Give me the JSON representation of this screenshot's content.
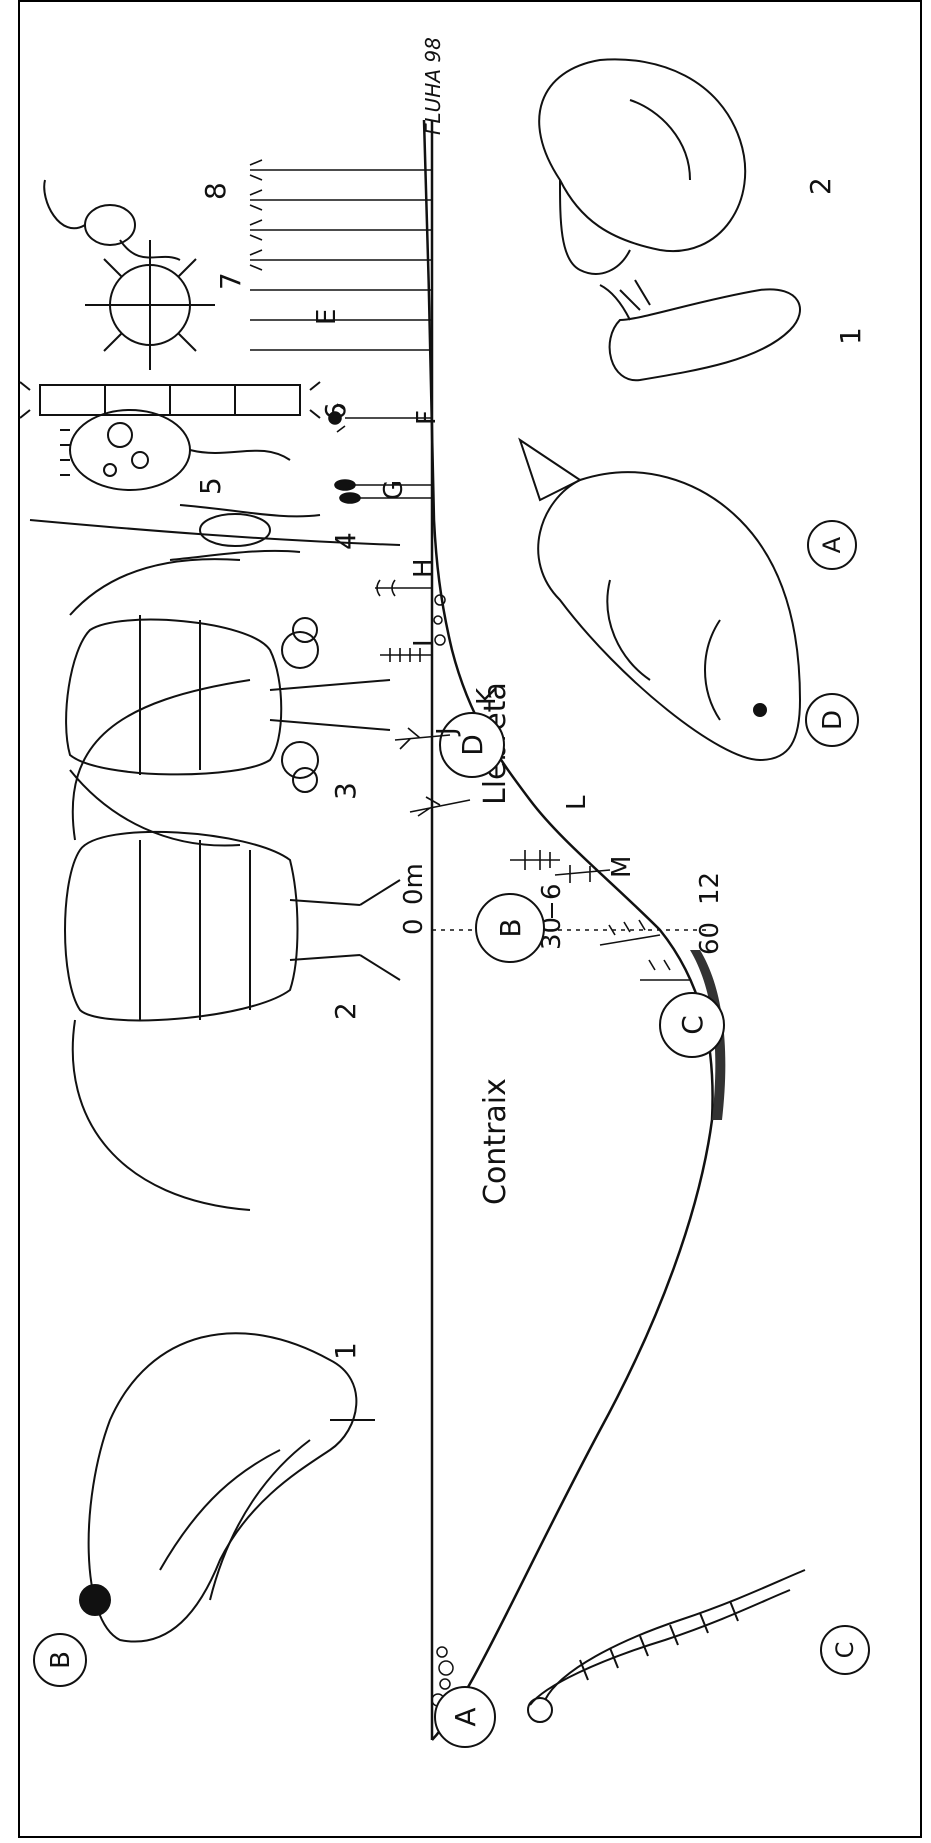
{
  "lake_labels": {
    "left": "Contraix",
    "right": "Llebreta"
  },
  "depth_labels": {
    "left_surface": "0",
    "right_surface": "0m",
    "left_mid": "30",
    "right_mid": "6",
    "left_bottom": "60",
    "right_bottom": "12"
  },
  "zone_markers": [
    "A",
    "B",
    "C",
    "D"
  ],
  "group_markers": {
    "plankton": "B",
    "benthos_left": "C",
    "benthos_right": "A",
    "fish": "D"
  },
  "plankton_numbers": [
    "1",
    "2",
    "3",
    "4",
    "5",
    "6",
    "7",
    "8"
  ],
  "plant_letters": [
    "E",
    "F",
    "G",
    "H",
    "I",
    "J",
    "K",
    "L",
    "M"
  ],
  "animal_numbers": [
    "1",
    "2"
  ],
  "signature": "FLUHA 98",
  "colors": {
    "ink": "#111111",
    "background": "#ffffff"
  }
}
